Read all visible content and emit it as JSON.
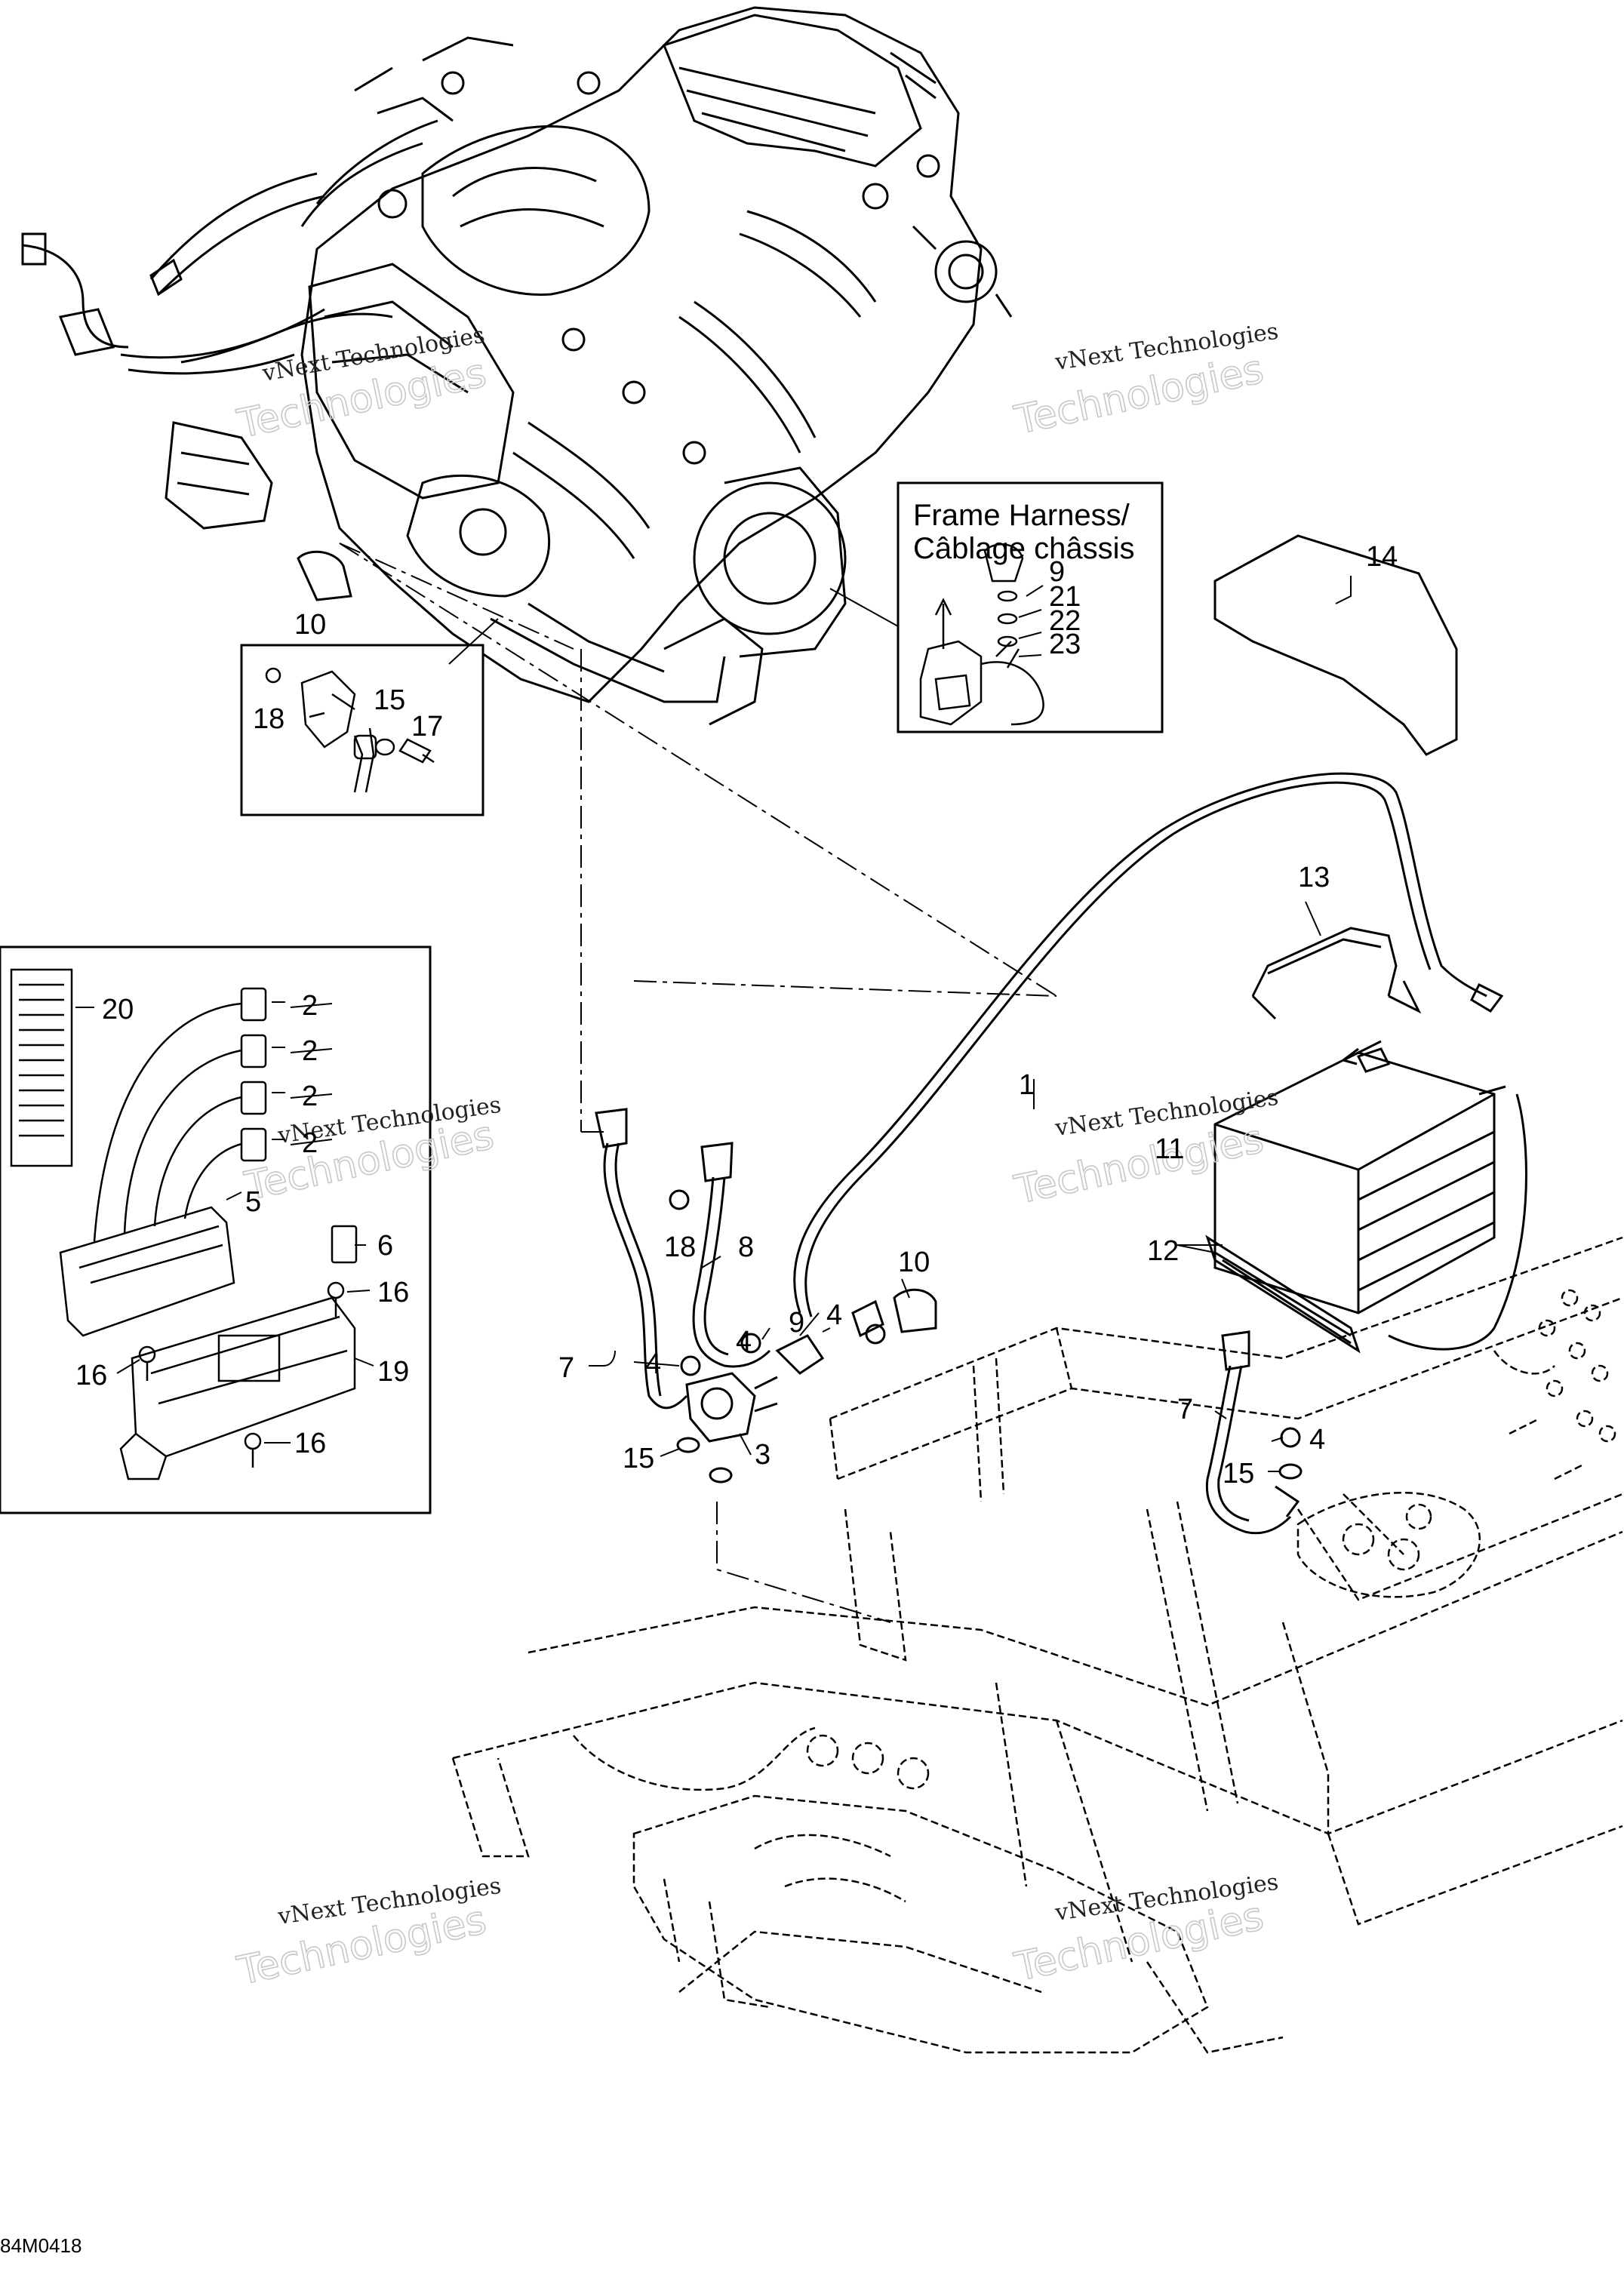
{
  "diagram": {
    "drawing_number": "84M0418",
    "inset_title": [
      "Frame Harness/",
      "Câblage châssis"
    ],
    "watermark": [
      "vNext Technologies",
      "Technologies"
    ],
    "callouts": [
      "1",
      "2",
      "2",
      "2",
      "2",
      "3",
      "4",
      "4",
      "4",
      "4",
      "5",
      "6",
      "7",
      "7",
      "8",
      "9",
      "9",
      "10",
      "10",
      "11",
      "12",
      "13",
      "14",
      "15",
      "15",
      "15",
      "16",
      "16",
      "16",
      "17",
      "18",
      "18",
      "19",
      "20",
      "21",
      "22",
      "23"
    ]
  }
}
